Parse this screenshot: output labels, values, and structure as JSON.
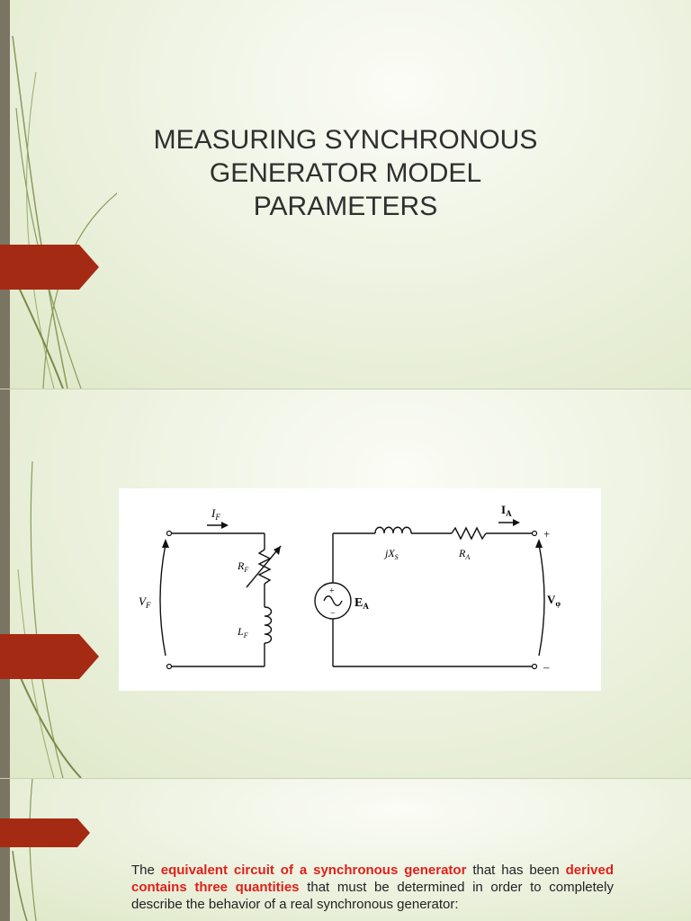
{
  "slide1": {
    "title_lines": [
      "MEASURING SYNCHRONOUS",
      "GENERATOR MODEL",
      "PARAMETERS"
    ]
  },
  "slide2": {
    "circuit": {
      "field_current": "I",
      "field_current_sub": "F",
      "field_voltage": "V",
      "field_voltage_sub": "F",
      "field_resistance": "R",
      "field_resistance_sub": "F",
      "field_inductance": "L",
      "field_inductance_sub": "F",
      "sync_reactance": "jX",
      "sync_reactance_sub": "S",
      "armature_resistance": "R",
      "armature_resistance_sub": "A",
      "armature_current": "I",
      "armature_current_sub": "A",
      "internal_emf": "E",
      "internal_emf_sub": "A",
      "phase_voltage": "V",
      "phase_voltage_sub": "φ",
      "plus": "+",
      "minus": "–",
      "src_plus": "+",
      "src_minus": "−"
    }
  },
  "slide3": {
    "text": {
      "p1": "The ",
      "h1": "equivalent circuit of a synchronous generator",
      "p2": " that has been ",
      "h2": "derived contains three quantities",
      "p3": " that must be determined in order to completely describe the behavior of a real synchronous generator:"
    }
  },
  "colors": {
    "accent_tab": "#a52a14",
    "left_bar": "#7a7462",
    "highlight": "#e0201a"
  }
}
